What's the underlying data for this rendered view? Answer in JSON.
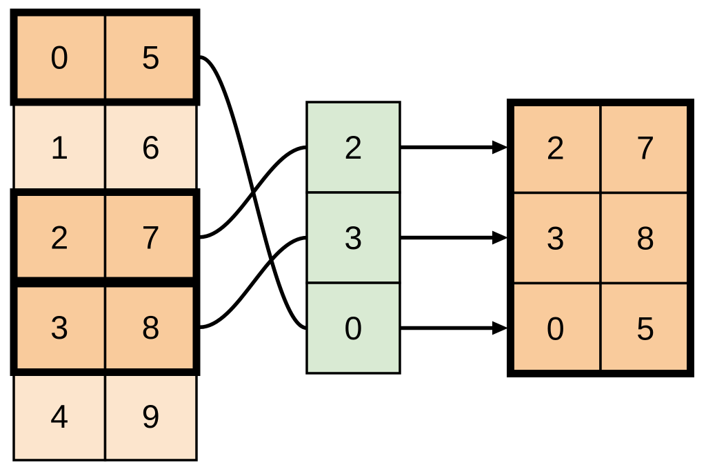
{
  "source_table": {
    "rows": [
      {
        "cells": [
          "0",
          "5"
        ],
        "highlighted": true
      },
      {
        "cells": [
          "1",
          "6"
        ],
        "highlighted": false
      },
      {
        "cells": [
          "2",
          "7"
        ],
        "highlighted": true
      },
      {
        "cells": [
          "3",
          "8"
        ],
        "highlighted": true
      },
      {
        "cells": [
          "4",
          "9"
        ],
        "highlighted": false
      }
    ]
  },
  "index_column": {
    "cells": [
      "2",
      "3",
      "0"
    ]
  },
  "result_table": {
    "rows": [
      {
        "cells": [
          "2",
          "7"
        ]
      },
      {
        "cells": [
          "3",
          "8"
        ]
      },
      {
        "cells": [
          "0",
          "5"
        ]
      }
    ]
  },
  "connections": {
    "curves": [
      {
        "from_source_row": 0,
        "to_index_position": 2
      },
      {
        "from_source_row": 2,
        "to_index_position": 0
      },
      {
        "from_source_row": 3,
        "to_index_position": 1
      }
    ],
    "arrows": [
      {
        "from_index_position": 0,
        "to_result_row": 0
      },
      {
        "from_index_position": 1,
        "to_result_row": 1
      },
      {
        "from_index_position": 2,
        "to_result_row": 2
      }
    ]
  },
  "colors": {
    "highlighted_fill": "#F9CB9C",
    "dim_fill": "#FCE5CD",
    "index_fill": "#D9EAD3",
    "stroke": "#000000",
    "background": "#FFFFFF"
  }
}
